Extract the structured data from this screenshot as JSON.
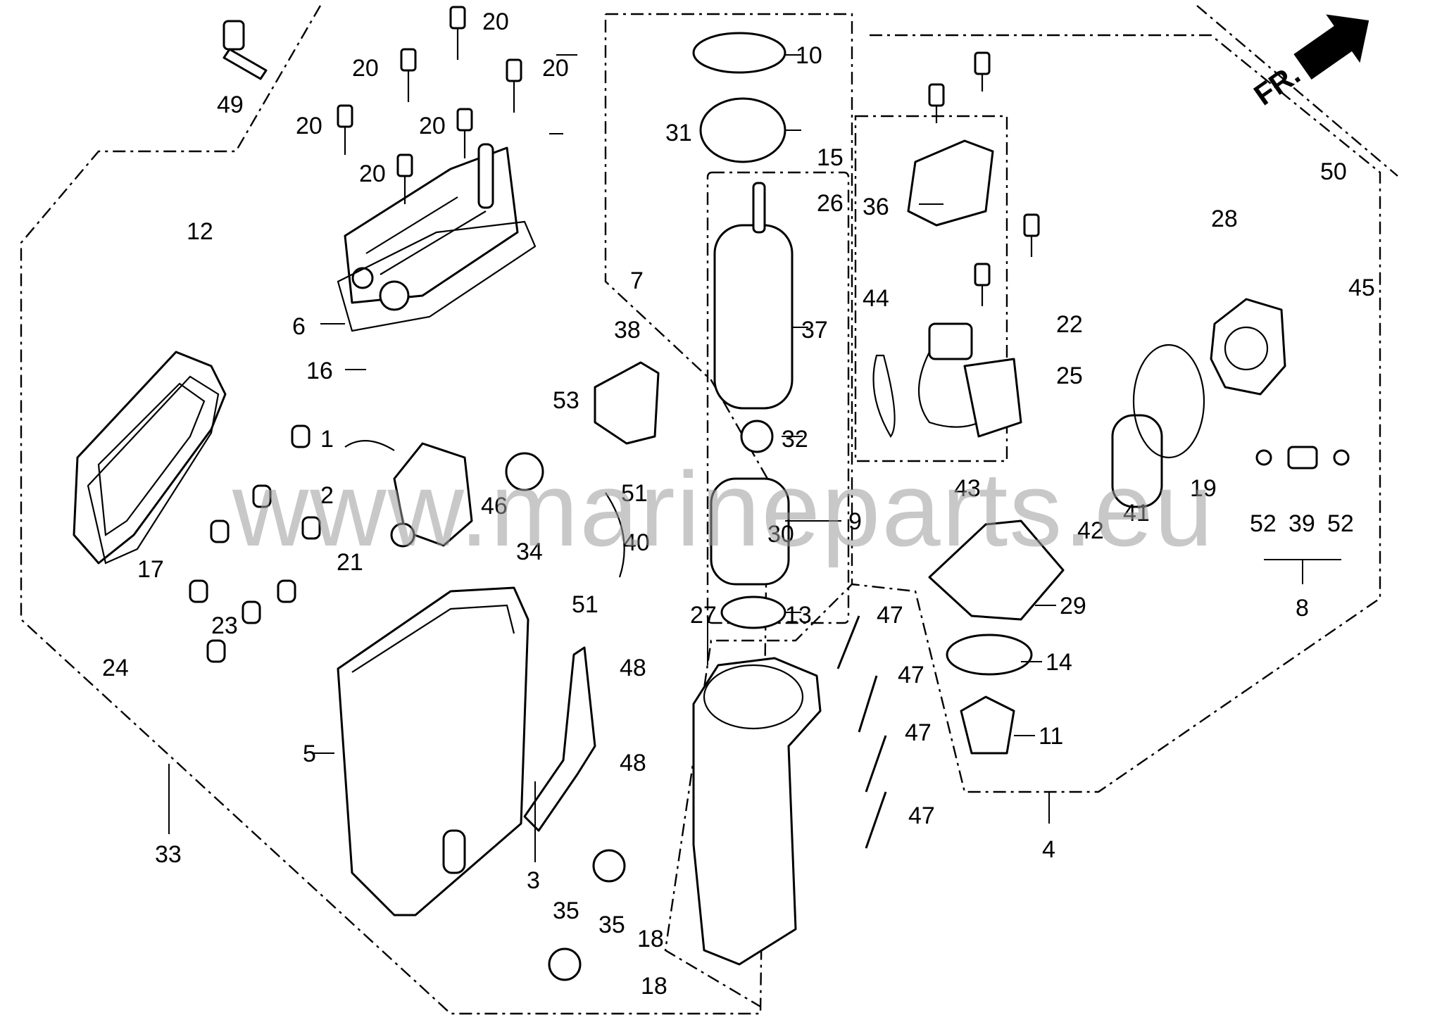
{
  "diagram": {
    "watermark": "www.marineparts.eu",
    "direction_label": "FR.",
    "callouts": [
      {
        "id": "c49",
        "text": "49"
      },
      {
        "id": "c20a",
        "text": "20"
      },
      {
        "id": "c20b",
        "text": "20"
      },
      {
        "id": "c20c",
        "text": "20"
      },
      {
        "id": "c20d",
        "text": "20"
      },
      {
        "id": "c20e",
        "text": "20"
      },
      {
        "id": "c20f",
        "text": "20"
      },
      {
        "id": "c12",
        "text": "12"
      },
      {
        "id": "c6",
        "text": "6"
      },
      {
        "id": "c16",
        "text": "16"
      },
      {
        "id": "c1",
        "text": "1"
      },
      {
        "id": "c2",
        "text": "2"
      },
      {
        "id": "c21",
        "text": "21"
      },
      {
        "id": "c17",
        "text": "17"
      },
      {
        "id": "c33",
        "text": "33"
      },
      {
        "id": "c5",
        "text": "5"
      },
      {
        "id": "c3",
        "text": "3"
      },
      {
        "id": "c35a",
        "text": "35"
      },
      {
        "id": "c35b",
        "text": "35"
      },
      {
        "id": "c18a",
        "text": "18"
      },
      {
        "id": "c18b",
        "text": "18"
      },
      {
        "id": "c48a",
        "text": "48"
      },
      {
        "id": "c48b",
        "text": "48"
      },
      {
        "id": "c46",
        "text": "46"
      },
      {
        "id": "c34",
        "text": "34"
      },
      {
        "id": "c53",
        "text": "53"
      },
      {
        "id": "c38",
        "text": "38"
      },
      {
        "id": "c51a",
        "text": "51"
      },
      {
        "id": "c51b",
        "text": "51"
      },
      {
        "id": "c40",
        "text": "40"
      },
      {
        "id": "c7",
        "text": "7"
      },
      {
        "id": "c10",
        "text": "10"
      },
      {
        "id": "c31",
        "text": "31"
      },
      {
        "id": "c15",
        "text": "15"
      },
      {
        "id": "c26",
        "text": "26"
      },
      {
        "id": "c37",
        "text": "37"
      },
      {
        "id": "c32",
        "text": "32"
      },
      {
        "id": "c9",
        "text": "9"
      },
      {
        "id": "c30",
        "text": "30"
      },
      {
        "id": "c13",
        "text": "13"
      },
      {
        "id": "c27",
        "text": "27"
      },
      {
        "id": "c47a",
        "text": "47"
      },
      {
        "id": "c47b",
        "text": "47"
      },
      {
        "id": "c47c",
        "text": "47"
      },
      {
        "id": "c47d",
        "text": "47"
      },
      {
        "id": "c36",
        "text": "36"
      },
      {
        "id": "c44",
        "text": "44"
      },
      {
        "id": "c22",
        "text": "22"
      },
      {
        "id": "c25",
        "text": "25"
      },
      {
        "id": "c43",
        "text": "43"
      },
      {
        "id": "c42",
        "text": "42"
      },
      {
        "id": "c41",
        "text": "41"
      },
      {
        "id": "c19",
        "text": "19"
      },
      {
        "id": "c29",
        "text": "29"
      },
      {
        "id": "c14",
        "text": "14"
      },
      {
        "id": "c11",
        "text": "11"
      },
      {
        "id": "c4",
        "text": "4"
      },
      {
        "id": "c28",
        "text": "28"
      },
      {
        "id": "c50",
        "text": "50"
      },
      {
        "id": "c45",
        "text": "45"
      },
      {
        "id": "c52a",
        "text": "52"
      },
      {
        "id": "c52b",
        "text": "52"
      },
      {
        "id": "c39",
        "text": "39"
      },
      {
        "id": "c8",
        "text": "8"
      },
      {
        "id": "c23",
        "text": "23"
      },
      {
        "id": "c24",
        "text": "24"
      }
    ]
  }
}
